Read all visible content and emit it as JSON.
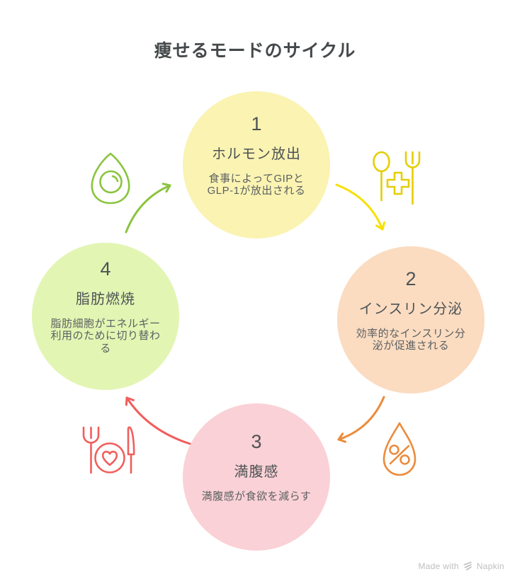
{
  "title": "痩せるモードのサイクル",
  "steps": [
    {
      "number": "1",
      "title": "ホルモン放出",
      "desc_lines": [
        "食事によってGIPと",
        "GLP-1が放出される"
      ]
    },
    {
      "number": "2",
      "title": "インスリン分泌",
      "desc_lines": [
        "効率的なインスリン分",
        "泌が促進される"
      ]
    },
    {
      "number": "3",
      "title": "満腹感",
      "desc_lines": [
        "満腹感が食欲を減らす"
      ]
    },
    {
      "number": "4",
      "title": "脂肪燃焼",
      "desc_lines": [
        "脂肪細胞がエネルギー",
        "利用のために切り替わ",
        "る"
      ]
    }
  ],
  "icons": [
    {
      "name": "avocado-icon",
      "between": "step4-step1",
      "color_key": "green"
    },
    {
      "name": "meal-medical-icon",
      "between": "step1-step2",
      "color_key": "yellow_icon"
    },
    {
      "name": "percent-drop-icon",
      "between": "step2-step3",
      "color_key": "orange"
    },
    {
      "name": "meal-heart-icon",
      "between": "step3-step4",
      "color_key": "red"
    }
  ],
  "arrows": [
    {
      "name": "arrow-step4-to-step1",
      "color_key": "green"
    },
    {
      "name": "arrow-step1-to-step2",
      "color_key": "yellow_arrow"
    },
    {
      "name": "arrow-step2-to-step3",
      "color_key": "orange"
    },
    {
      "name": "arrow-step3-to-step4",
      "color_key": "red"
    }
  ],
  "watermark": {
    "prefix": "Made with",
    "brand": "Napkin"
  },
  "colors": {
    "title_text": "#45494B",
    "step_text": "#4E5355",
    "desc_text": "#5B6062",
    "circle1": "#FAF3B2",
    "circle2": "#FBDCC1",
    "circle3": "#FAD1D6",
    "circle4": "#E3F5B3",
    "green": "#8AC43E",
    "yellow_icon": "#E5CE05",
    "yellow_arrow": "#F6E003",
    "orange": "#EC8B3B",
    "red": "#F15E5C",
    "watermark": "#BEBEBE"
  }
}
